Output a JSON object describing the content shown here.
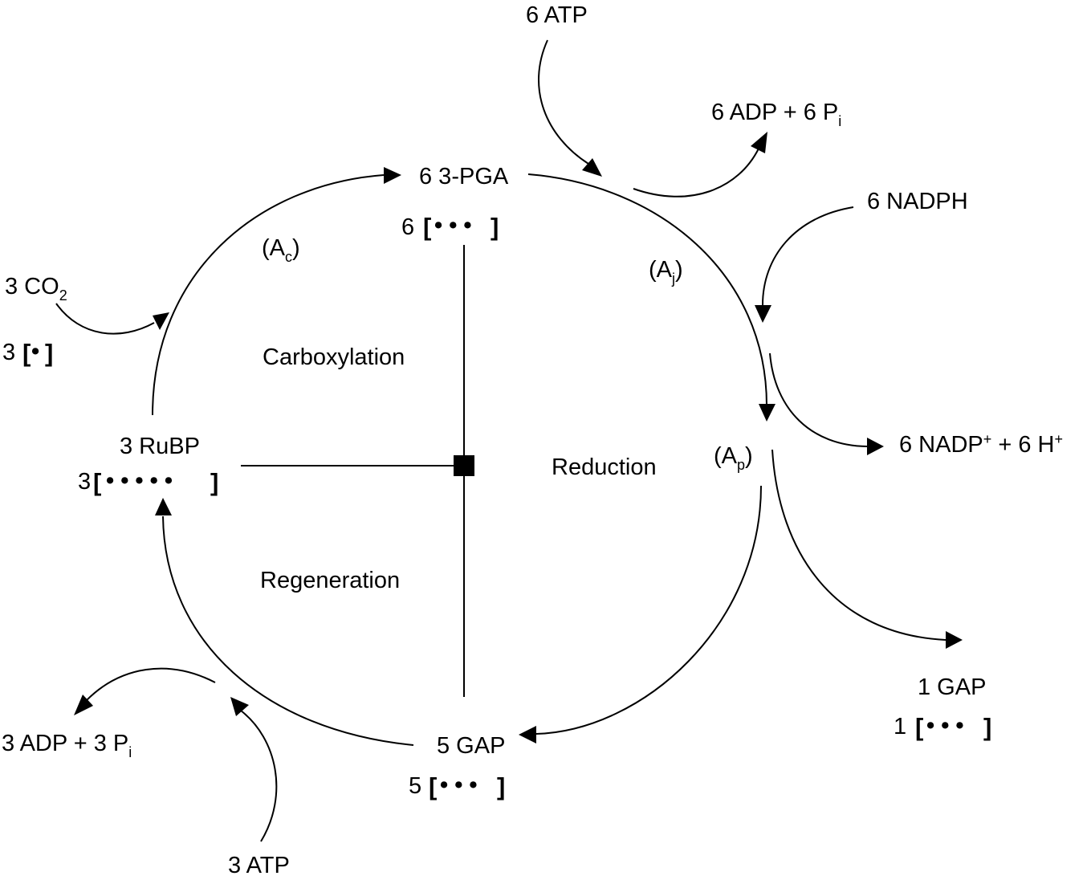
{
  "phases": {
    "carboxylation": "Carboxylation",
    "reduction": "Reduction",
    "regeneration": "Regeneration"
  },
  "limitations": {
    "ac_main": "(A",
    "ac_sub": "c",
    "ac_close": ")",
    "aj_main": "(A",
    "aj_sub": "j",
    "aj_close": ")",
    "ap_main": "(A",
    "ap_sub": "p",
    "ap_close": ")"
  },
  "metabolites": {
    "pga": {
      "label": "6 3-PGA",
      "count": "6",
      "dots": "•  •  •"
    },
    "rubp": {
      "label": "3 RuBP",
      "count": "3",
      "dots": "•  •  •  •  •"
    },
    "gap5": {
      "label": "5 GAP",
      "count": "5",
      "dots": "•  •  •"
    },
    "gap1": {
      "label": "1 GAP",
      "count": "1",
      "dots": "•  •  •"
    }
  },
  "inputs": {
    "co2_main": "3 CO",
    "co2_sub": "2",
    "co2_count": "3",
    "co2_dots": "•",
    "atp6": "6 ATP",
    "nadph6": "6 NADPH",
    "atp3": "3 ATP"
  },
  "outputs": {
    "adp6_main": "6 ADP + 6 P",
    "adp6_sub": "i",
    "nadp_a": "6 NADP",
    "nadp_sup1": "+",
    "nadp_b": " + 6 H",
    "nadp_sup2": "+",
    "adp3_main": "3 ADP + 3 P",
    "adp3_sub": "i"
  },
  "colors": {
    "line": "#000000",
    "background": "#ffffff"
  }
}
